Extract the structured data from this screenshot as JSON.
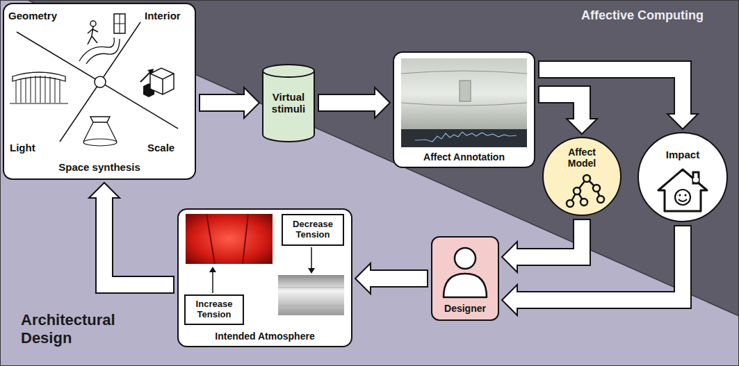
{
  "diagram": {
    "nodes": [
      {
        "text": [
          "Space synthesis"
        ]
      },
      {
        "text": [
          "Virtual stimuli"
        ]
      },
      {
        "text": [
          "Affect Annotation"
        ]
      },
      {
        "text": [
          "Affect Model"
        ]
      },
      {
        "text": [
          "Impact"
        ]
      },
      {
        "text": [
          "Designer"
        ]
      },
      {
        "text": [
          "Intended Atmosphere"
        ]
      },
      {
        "text": [
          "Decrease Tension"
        ],
        "in": 6
      },
      {
        "text": [
          "Increase Tension"
        ],
        "in": 6
      }
    ],
    "edges": [
      {
        "from": 0,
        "to": 1,
        "arrow": "to"
      },
      {
        "from": 1,
        "to": 2,
        "arrow": "to"
      },
      {
        "from": 2,
        "to": 3,
        "arrow": "to"
      },
      {
        "from": 2,
        "to": 4,
        "arrow": "to"
      },
      {
        "from": 3,
        "to": 5,
        "arrow": "to"
      },
      {
        "from": 4,
        "to": 5,
        "arrow": "to"
      },
      {
        "from": 5,
        "to": 6,
        "arrow": "to"
      },
      {
        "from": 6,
        "to": 0,
        "arrow": "to"
      }
    ],
    "labels": [
      "Affective Computing",
      "Geometry",
      "Interior",
      "Light",
      "Scale",
      "Architectural Design"
    ]
  }
}
